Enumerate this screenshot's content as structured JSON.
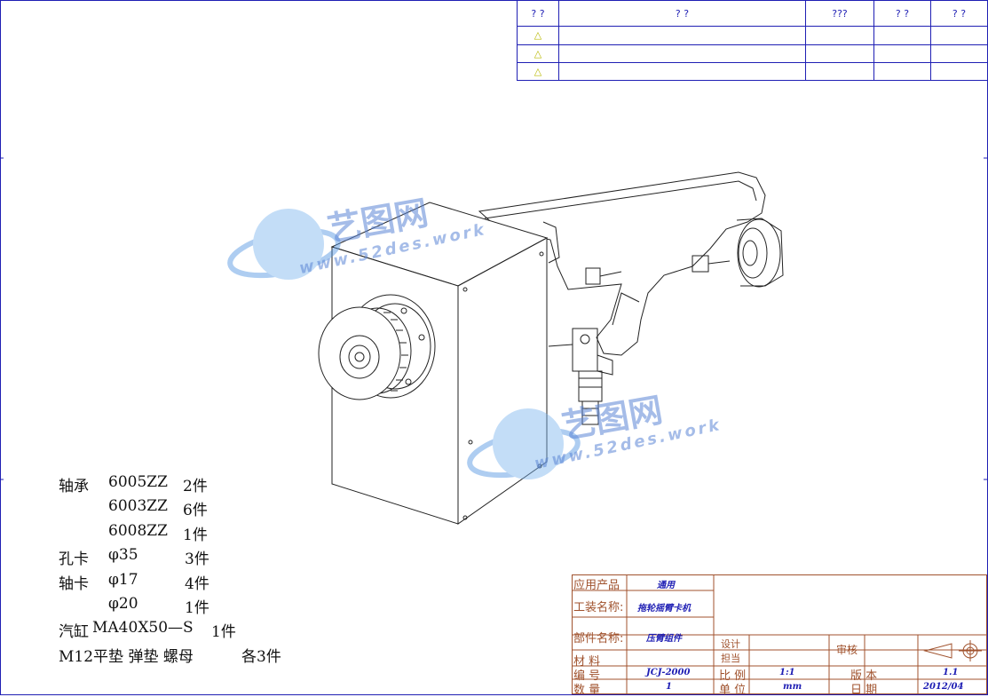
{
  "revision_table": {
    "header": [
      "? ?",
      "?            ?",
      "???",
      "? ?",
      "? ?"
    ],
    "marker": "△"
  },
  "parts_list": [
    {
      "a": "轴承",
      "b": "6005ZZ",
      "c": "2件"
    },
    {
      "a": "",
      "b": "6003ZZ",
      "c": "6件"
    },
    {
      "a": "",
      "b": "6008ZZ",
      "c": "1件"
    },
    {
      "a": "孔卡",
      "b": "φ35",
      "c": "3件"
    },
    {
      "a": "轴卡",
      "b": "φ17",
      "c": "4件"
    },
    {
      "a": "",
      "b": "φ20",
      "c": "1件"
    },
    {
      "a": "汽缸",
      "b": "MA40X50—S",
      "c": "1件"
    },
    {
      "a": "M12平垫 弹垫 螺母",
      "b": "",
      "c": "各3件"
    }
  ],
  "title_block": {
    "product_label": "应用产品",
    "product_value": "通用",
    "tool_label": "工装名称:",
    "tool_value": "拖轮摇臂卡机",
    "part_label": "部件名称:",
    "part_value": "压臂组件",
    "design": "设计",
    "report": "担当",
    "review": "审核",
    "material": "材    料",
    "number_label": "编    号",
    "number_value": "JCJ-2000",
    "scale_label": "比 例",
    "scale_value": "1:1",
    "version_label": "版 本",
    "version_value": "1.1",
    "qty_label": "数    量",
    "qty_value": "1",
    "unit_label": "单 位",
    "unit_value": "mm",
    "date_label": "日 期",
    "date_value": "2012/04"
  },
  "watermark": {
    "logo": "艺图网",
    "url": "www.52des.work"
  },
  "colors": {
    "border": "#1f1fb4",
    "titleblock": "#a0522d",
    "drawing": "#222222"
  }
}
